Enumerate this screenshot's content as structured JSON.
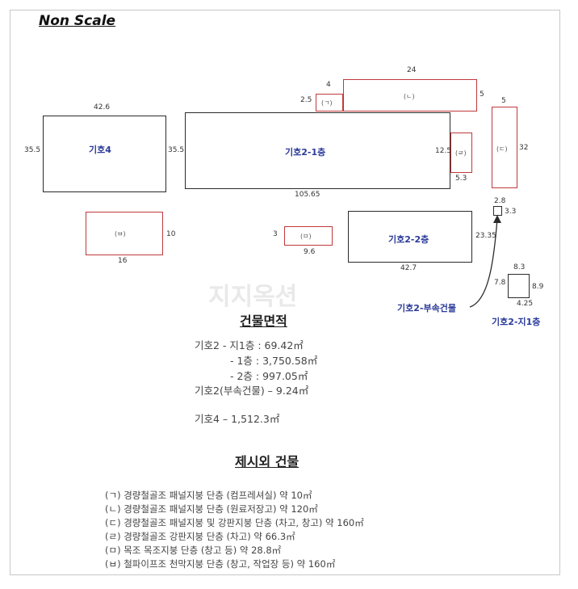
{
  "header": {
    "title": "Non Scale"
  },
  "watermark": "지지옥션",
  "buildings": {
    "b4": {
      "label": "기호4",
      "width": "42.6",
      "height": "35.5"
    },
    "b2_1": {
      "label": "기호2-1층",
      "width": "105.65",
      "height": "35.5"
    },
    "b2_2": {
      "label": "기호2-2층",
      "width": "42.7",
      "height": "23.35"
    },
    "annex": {
      "label": "기호2-부속건물",
      "width": "2.8",
      "height": "3.3"
    },
    "basement": {
      "label": "기호2-지1층",
      "top": "8.3",
      "left": "7.8",
      "right": "8.9",
      "bottom": "4.25"
    }
  },
  "outbuildings": {
    "g": {
      "symbol": "(ㄱ)",
      "top": "4",
      "left": "2.5"
    },
    "n": {
      "symbol": "(ㄴ)",
      "top": "24",
      "right": "5"
    },
    "d": {
      "symbol": "(ㄷ)",
      "top": "5",
      "right": "32"
    },
    "r": {
      "symbol": "(ㄹ)",
      "left": "12.5",
      "bottom": "5.3"
    },
    "m": {
      "symbol": "(ㅁ)",
      "left": "3",
      "bottom": "9.6"
    },
    "b": {
      "symbol": "(ㅂ)",
      "right": "10",
      "bottom": "16"
    }
  },
  "area_section": {
    "title": "건물면적",
    "lines": [
      "기호2 - 지1층 : 69.42㎡",
      "- 1층 : 3,750.58㎡",
      "- 2층 : 997.05㎡",
      "기호2(부속건물) – 9.24㎡",
      "기호4 – 1,512.3㎡"
    ]
  },
  "extra_section": {
    "title": "제시외 건물",
    "lines": [
      "(ㄱ) 경량철골조 패널지붕 단층 (컴프레셔실) 약 10㎡",
      "(ㄴ) 경량철골조 패널지붕 단층 (원료저장고) 약 120㎡",
      "(ㄷ) 경량철골조 패널지붕 및 강판지붕 단층 (차고, 창고) 약 160㎡",
      "(ㄹ) 경량철골조 강판지붕 단층 (차고) 약 66.3㎡",
      "(ㅁ) 목조 목조지붕 단층 (창고 등) 약 28.8㎡",
      "(ㅂ) 철파이프조 천막지붕 단층 (창고, 작업장 등) 약 160㎡"
    ]
  },
  "colors": {
    "building_label": "#2b3a9a",
    "outbuilding_border": "#c0393b",
    "building_border": "#2a2a2a"
  }
}
